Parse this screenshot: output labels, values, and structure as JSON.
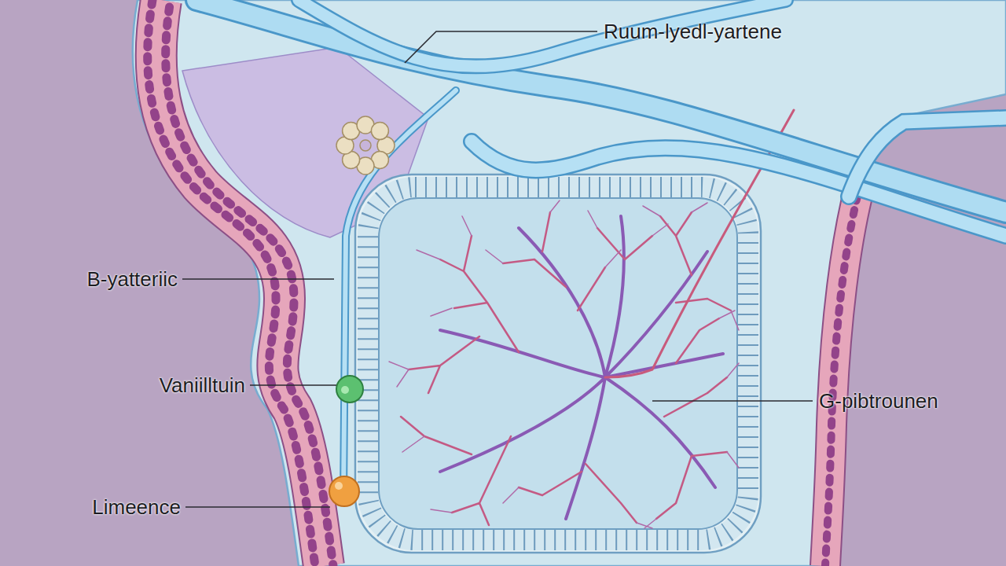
{
  "diagram": {
    "labels": [
      "Ruum-lyedl-yartene",
      "B-yatteriic",
      "Vaniilltuin",
      "Limeence",
      "G-pibtrounen"
    ]
  }
}
